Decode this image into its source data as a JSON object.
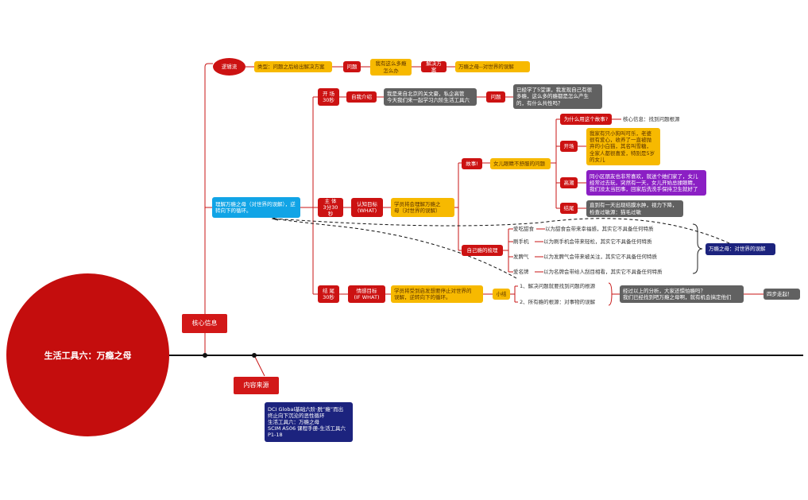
{
  "root": "生活工具六：万瘾之母",
  "core_info": "核心信息",
  "source": {
    "label": "内容来源",
    "text": "DCI Global基础六阶·脱“瘾”而出\n终止向下沉沦的恶性循环\n生活工具六：万瘾之母\nSCIM A506 课程手册-生活工具六\nP1-18"
  },
  "logic": {
    "label": "逻辑流",
    "type": "类型：问题之后给出解决方案",
    "problem": "问题",
    "question": "我有这么多瘾\n怎么办",
    "solution": "解决方案",
    "answer": "万瘾之母--对世界的误解"
  },
  "main_topic": "理解万瘾之母（对世界的误解），逆转向下的循环。",
  "opening": {
    "label": "开 场\n30秒",
    "intro": "自我介绍",
    "intro_text": "我是来自北京的关文豪，私企高管\n今天我们来一起学习六阶生活工具六",
    "problem": "问题",
    "problem_text": "已经学了5堂课，我发现自己有很\n多瘾，这么多的瘾都是怎么产生\n的，有什么共性吗？"
  },
  "body": {
    "label": "主 体\n3分30秒",
    "cog_goal": "认知目标\n(WHAT)",
    "cog_text": "学员将会理解万瘾之\n母（对世界的误解）",
    "story": "故事!",
    "story_title": "女儿眼睛不舒服的问题",
    "why": "为什么用这个故事?",
    "why_text": "核心信息：找到问题根源",
    "start_label": "开场",
    "start_text": "我家有只小狗叫可乐，老婆\n很有爱心，收养了一直被抛\n弃的小白猫，其名叫雪糖，\n全家人都很喜爱，特别是5岁\n的女儿",
    "climax_label": "高潮",
    "climax_text": "同小区朋友也非常喜欢，就送个她们家了，女儿\n经常过去玩，突然有一天，女儿开始总揉眼睛，\n我们没太当回事，回家后洗洗手保持卫生就好了",
    "end_label": "结尾",
    "end_text": "直到有一天出现结膜水肿，视力下降，\n检查过敏源：猫毛过敏",
    "self_sort": "自己瘾的梳理",
    "addictions": [
      {
        "label": "爱吃甜食",
        "text": "以为甜食会带来幸福感，其实它不具备任何特质"
      },
      {
        "label": "刷手机",
        "text": "以为刷手机会带来轻松，其实它不具备任何特质"
      },
      {
        "label": "发脾气",
        "text": "以为发脾气会带来被关注，其实它不具备任何特质"
      },
      {
        "label": "爱名牌",
        "text": "以为名牌会带给人刮目相看，其实它不具备任何特质"
      }
    ],
    "mother": "万瘾之母：对世界的误解"
  },
  "ending": {
    "label": "结 尾\n30秒",
    "emo_goal": "情感目标\n(IF WHAT)",
    "emo_text": "学员将受到启发想要停止对世界的\n误解，逆转向下的循环。",
    "summary": "小结",
    "point1": "1、解决问题就要找到问题的根源",
    "point2": "2、所有瘾的根源：对事物的误解",
    "conclusion": "经过以上的分析，大家还惧怕瘾吗？\n我们已经找到吧万瘾之母啊，就有机会搞定他们",
    "action": "四步走起！"
  },
  "colors": {
    "red": "#cc1212",
    "yellow": "#f7b900",
    "gray": "#616161",
    "purple": "#8b1fc4",
    "navy": "#1c237e",
    "blue": "#11a4e6"
  }
}
